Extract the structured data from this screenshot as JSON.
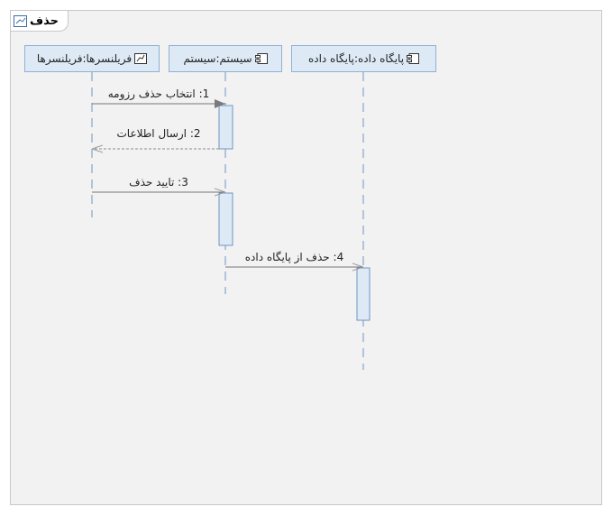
{
  "frame": {
    "title": "حذف"
  },
  "lifelines": [
    {
      "id": "freelancers",
      "label": "فریلنسرها:فریلنسرها",
      "icon": "class-diagram-icon"
    },
    {
      "id": "system",
      "label": "سیستم:سیستم",
      "icon": "component-icon"
    },
    {
      "id": "database",
      "label": "پایگاه داده:پایگاه داده",
      "icon": "component-icon"
    }
  ],
  "messages": [
    {
      "label": "1: انتخاب حذف رزومه",
      "from": "freelancers",
      "to": "system",
      "kind": "sync"
    },
    {
      "label": "2: ارسال اطلاعات",
      "from": "system",
      "to": "freelancers",
      "kind": "return"
    },
    {
      "label": "3: تایید حذف",
      "from": "freelancers",
      "to": "system",
      "kind": "async"
    },
    {
      "label": "4: حذف از پایگاه داده",
      "from": "system",
      "to": "database",
      "kind": "async"
    }
  ],
  "colors": {
    "frame_bg": "#f2f2f2",
    "lifeline_head_fill": "#ddeaf6",
    "lifeline_stroke": "#8eb1d6",
    "lifeline_dash": "#6f95c2",
    "message_line": "#777777"
  }
}
